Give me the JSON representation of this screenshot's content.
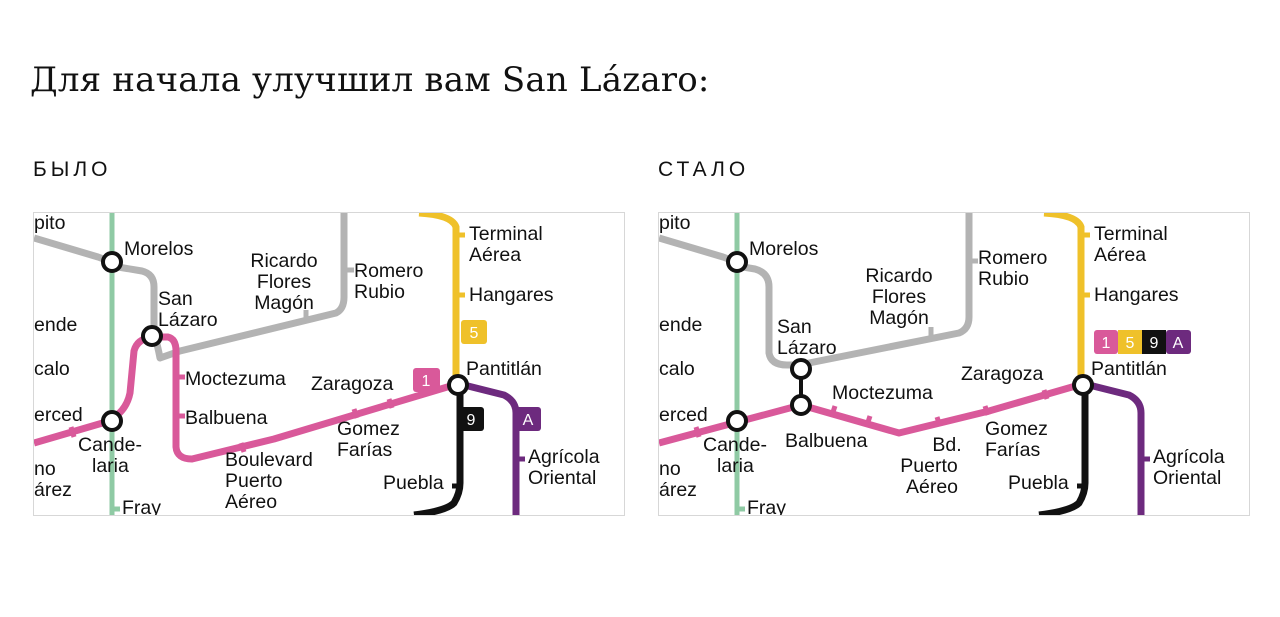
{
  "title": "Для начала улучшил вам San Lázaro:",
  "panels": {
    "before": {
      "caption": "БЫЛО",
      "stations": {
        "pito": "pito",
        "morelos": "Morelos",
        "ende": "ende",
        "calo": "calo",
        "erced": "erced",
        "candelaria_1": "Cande-",
        "candelaria_2": "laria",
        "no": "no",
        "arez": "árez",
        "fray": "Fray",
        "san_lazaro_1": "San",
        "san_lazaro_2": "Lázaro",
        "ricardo_1": "Ricardo",
        "ricardo_2": "Flores",
        "ricardo_3": "Magón",
        "romero_1": "Romero",
        "romero_2": "Rubio",
        "moctezuma": "Moctezuma",
        "balbuena": "Balbuena",
        "boulevard_1": "Boulevard",
        "boulevard_2": "Puerto",
        "boulevard_3": "Aéreo",
        "zaragoza": "Zaragoza",
        "gomez_1": "Gomez",
        "gomez_2": "Farías",
        "terminal_1": "Terminal",
        "terminal_2": "Aérea",
        "hangares": "Hangares",
        "pantitlan": "Pantitlán",
        "agricola_1": "Agrícola",
        "agricola_2": "Oriental",
        "puebla": "Puebla"
      },
      "badges": {
        "line1": "1",
        "line5": "5",
        "line9": "9",
        "lineA": "A"
      }
    },
    "after": {
      "caption": "СТАЛО",
      "stations": {
        "pito": "pito",
        "morelos": "Morelos",
        "ende": "ende",
        "calo": "calo",
        "erced": "erced",
        "candelaria_1": "Cande-",
        "candelaria_2": "laria",
        "no": "no",
        "arez": "árez",
        "fray": "Fray",
        "san_lazaro_1": "San",
        "san_lazaro_2": "Lázaro",
        "ricardo_1": "Ricardo",
        "ricardo_2": "Flores",
        "ricardo_3": "Magón",
        "romero_1": "Romero",
        "romero_2": "Rubio",
        "moctezuma": "Moctezuma",
        "balbuena": "Balbuena",
        "bd_1": "Bd.",
        "bd_2": "Puerto",
        "bd_3": "Aéreo",
        "zaragoza": "Zaragoza",
        "gomez_1": "Gomez",
        "gomez_2": "Farías",
        "terminal_1": "Terminal",
        "terminal_2": "Aérea",
        "hangares": "Hangares",
        "pantitlan": "Pantitlán",
        "agricola_1": "Agrícola",
        "agricola_2": "Oriental",
        "puebla": "Puebla"
      },
      "badges": {
        "line1": "1",
        "line5": "5",
        "line9": "9",
        "lineA": "A"
      }
    }
  },
  "colors": {
    "line1_pink": "#d9599a",
    "line5_yellow": "#efc12a",
    "line9_black": "#111111",
    "lineA_purple": "#6d2a7e",
    "line4_green": "#8fcaa4",
    "lineB_gray": "#b3b3b3"
  }
}
